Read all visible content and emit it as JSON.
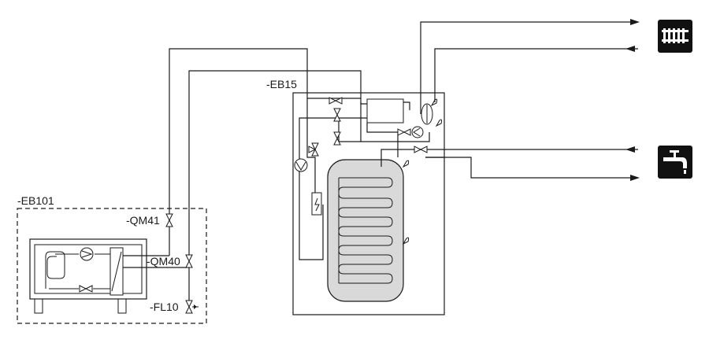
{
  "labels": {
    "outdoor_unit": "-EB101",
    "indoor_unit": "-EB15",
    "valve_qm41": "-QM41",
    "valve_qm40": "-QM40",
    "filter_fl10": "-FL10"
  },
  "icons": {
    "heating": "radiator-icon",
    "hot_water": "tap-icon"
  },
  "colors": {
    "line": "#1a1a1a",
    "tank_fill": "#d9d9d9",
    "icon_bg": "#111111"
  }
}
